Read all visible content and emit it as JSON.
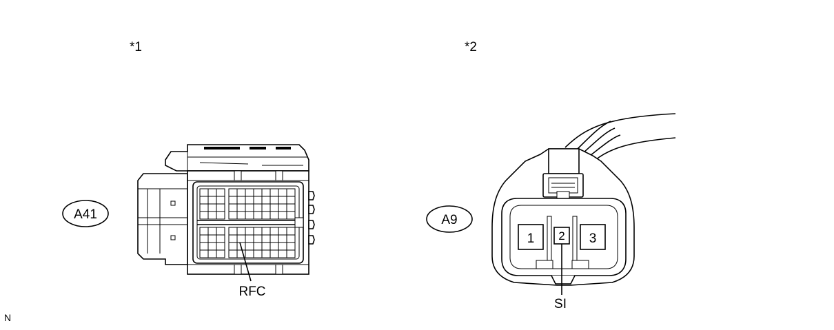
{
  "diagram": {
    "left": {
      "marker": "*1",
      "connector_id": "A41",
      "terminal_label": "RFC"
    },
    "right": {
      "marker": "*2",
      "connector_id": "A9",
      "terminal_label": "SI",
      "pins": [
        "1",
        "2",
        "3"
      ]
    },
    "corner_code": "N"
  }
}
